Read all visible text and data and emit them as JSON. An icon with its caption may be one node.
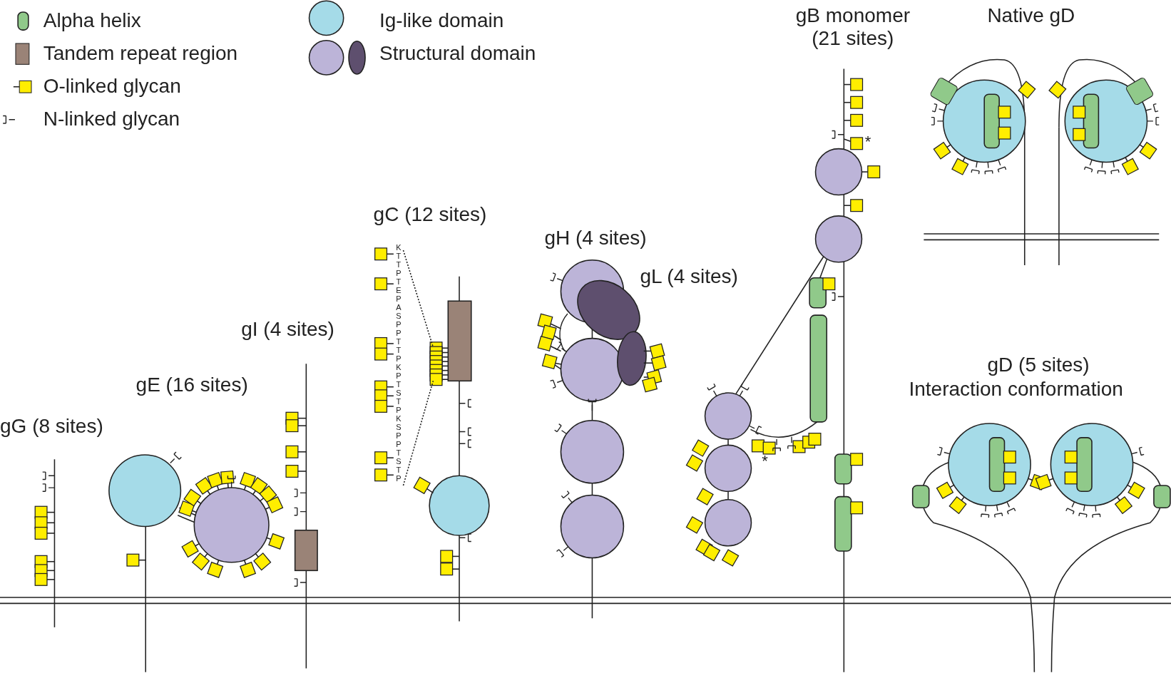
{
  "diagram": {
    "labels": [
      "gG (8 sites)",
      "gE (16 sites)",
      "gI (4 sites)",
      "gC (12 sites)",
      "KTTPTEPASPPTTPKPTSTPKSPPTSTP",
      "gH (4 sites)",
      "gL (4 sites)",
      "gB monomer (21 sites)",
      "*",
      "*",
      "Native gD",
      "gD (5 sites)",
      "Interaction conformation"
    ],
    "legend": [
      {
        "text": "Alpha helix",
        "color": "#90c98a"
      },
      {
        "text": "Tandem repeat region",
        "color": "#9a8377"
      },
      {
        "text": "O-linked glycan",
        "color": "#ffee00"
      },
      {
        "text": "N-linked glycan"
      },
      {
        "text": "Ig-like domain",
        "color": "#a5dbe8"
      },
      {
        "text": "Structural domain"
      }
    ]
  }
}
